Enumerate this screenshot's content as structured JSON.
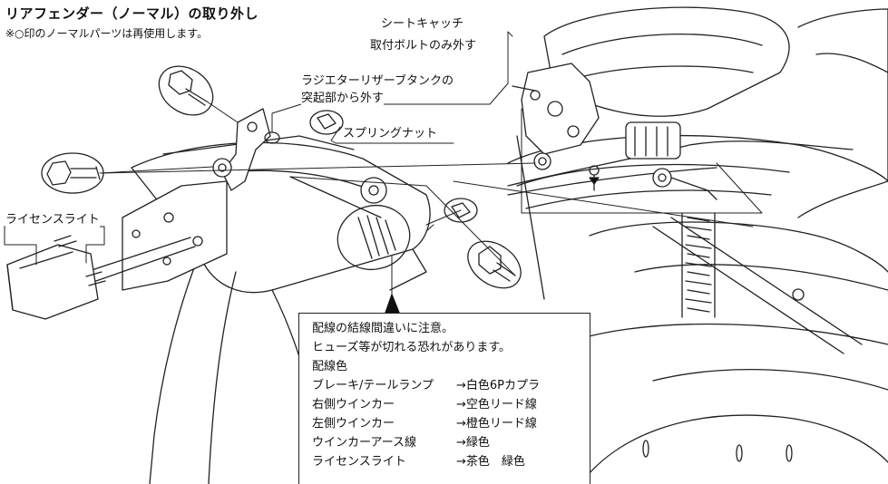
{
  "title": "リアフェンダー（ノーマル）の取り外し",
  "subtitle": "※○印のノーマルパーツは再使用します。",
  "labels": {
    "seat_catch": "シートキャッチ",
    "seat_catch_note": "取付ボルトのみ外す",
    "reservoir_line1": "ラジエターリザーブタンクの",
    "reservoir_line2": "突起部から外す",
    "spring_nut": "スプリングナット",
    "license_light": "ライセンスライト"
  },
  "callout": {
    "warning_1": "配線の結線間違いに注意。",
    "warning_2": "ヒューズ等が切れる恐れがあります。",
    "heading": "配線色",
    "rows": [
      {
        "part": "ブレーキ/テールランプ",
        "color": "→白色6Pカプラ"
      },
      {
        "part": "右側ウインカー",
        "color": "→空色リード線"
      },
      {
        "part": "左側ウインカー",
        "color": "→橙色リード線"
      },
      {
        "part": "ウインカーアース線",
        "color": "→緑色"
      },
      {
        "part": "ライセンスライト",
        "color": "→茶色　緑色"
      }
    ]
  },
  "icons": [
    "bolt-icon",
    "spring-nut-icon",
    "license-light-icon",
    "callout-pointer"
  ],
  "colors": {
    "line": "#222222",
    "background": "#ffffff",
    "text": "#111111"
  }
}
